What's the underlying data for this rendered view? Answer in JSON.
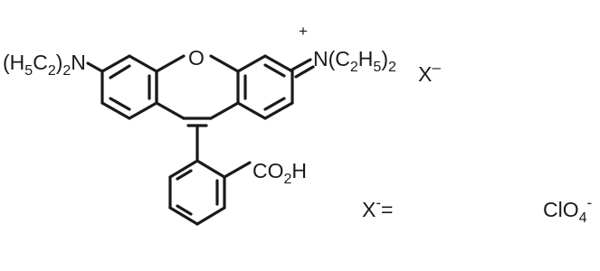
{
  "diagram": {
    "left_amine": {
      "group_open": "(H",
      "h_sub": "5",
      "c": "C",
      "c_sub": "2",
      "close": ")",
      "count_sub": "2",
      "n": "N"
    },
    "ring_oxygen": "O",
    "right_amine": {
      "charge": "+",
      "n": "N(C",
      "c_sub": "2",
      "h": "H",
      "h_sub": "5",
      "close": ")",
      "count_sub": "2"
    },
    "counter_anion": {
      "x": "X",
      "charge": "–"
    },
    "carboxyl": {
      "co": "CO",
      "o_sub": "2",
      "h": "H"
    },
    "anion_definition": {
      "label": "X",
      "charge": "-",
      "equals": "="
    },
    "perchlorate": {
      "clo": "ClO",
      "o_sub": "4",
      "charge": "-"
    }
  }
}
